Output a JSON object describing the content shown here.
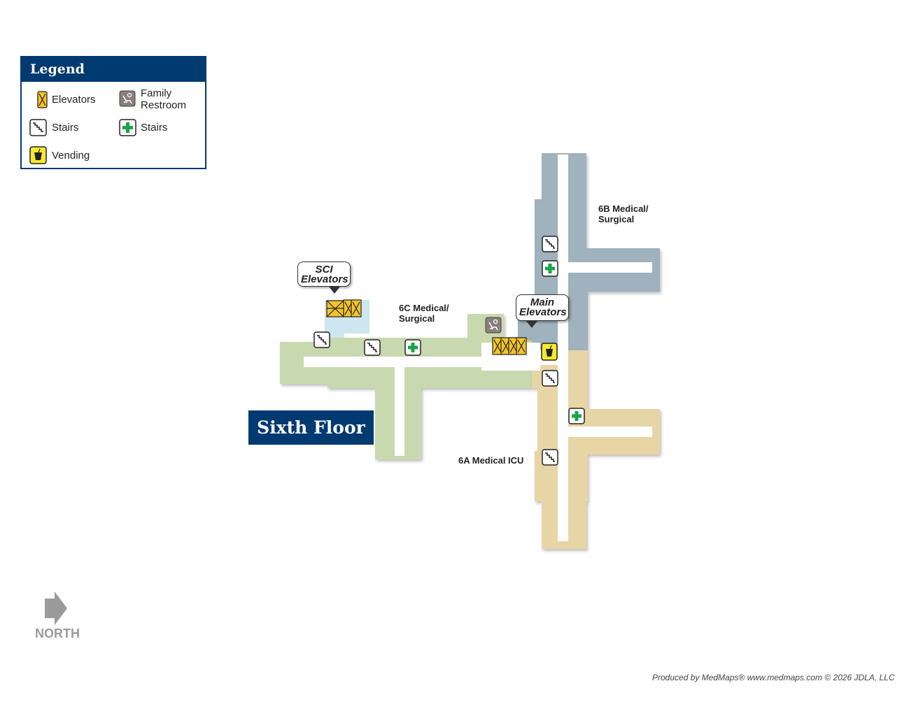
{
  "legend": {
    "title": "Legend",
    "items": [
      {
        "label": "Elevators",
        "icon": "elevator-icon"
      },
      {
        "label": "Family Restroom",
        "icon": "family-restroom-icon"
      },
      {
        "label": "Stairs",
        "icon": "stairs-icon"
      },
      {
        "label": "Stairs",
        "icon": "first-aid-cross-icon"
      },
      {
        "label": "Vending",
        "icon": "vending-icon"
      }
    ]
  },
  "floor_title": "Sixth Floor",
  "areas": {
    "6b": "6B Medical/ Surgical",
    "6c": "6C Medical/ Surgical",
    "6a": "6A Medical ICU"
  },
  "callouts": {
    "sci": "SCI Elevators",
    "main": "Main Elevators"
  },
  "north": "NORTH",
  "credit": "Produced by MedMaps®  www.medmaps.com   © 2026 JDLA, LLC",
  "colors": {
    "green_wing": "#c8d9b0",
    "blue_wing": "#9fb2bd",
    "tan_wing": "#e8d5a5",
    "light_blue": "#cde6ef",
    "navy": "#003a70",
    "elevator_yellow": "#f4c42a",
    "cross_green": "#1aa34a"
  }
}
